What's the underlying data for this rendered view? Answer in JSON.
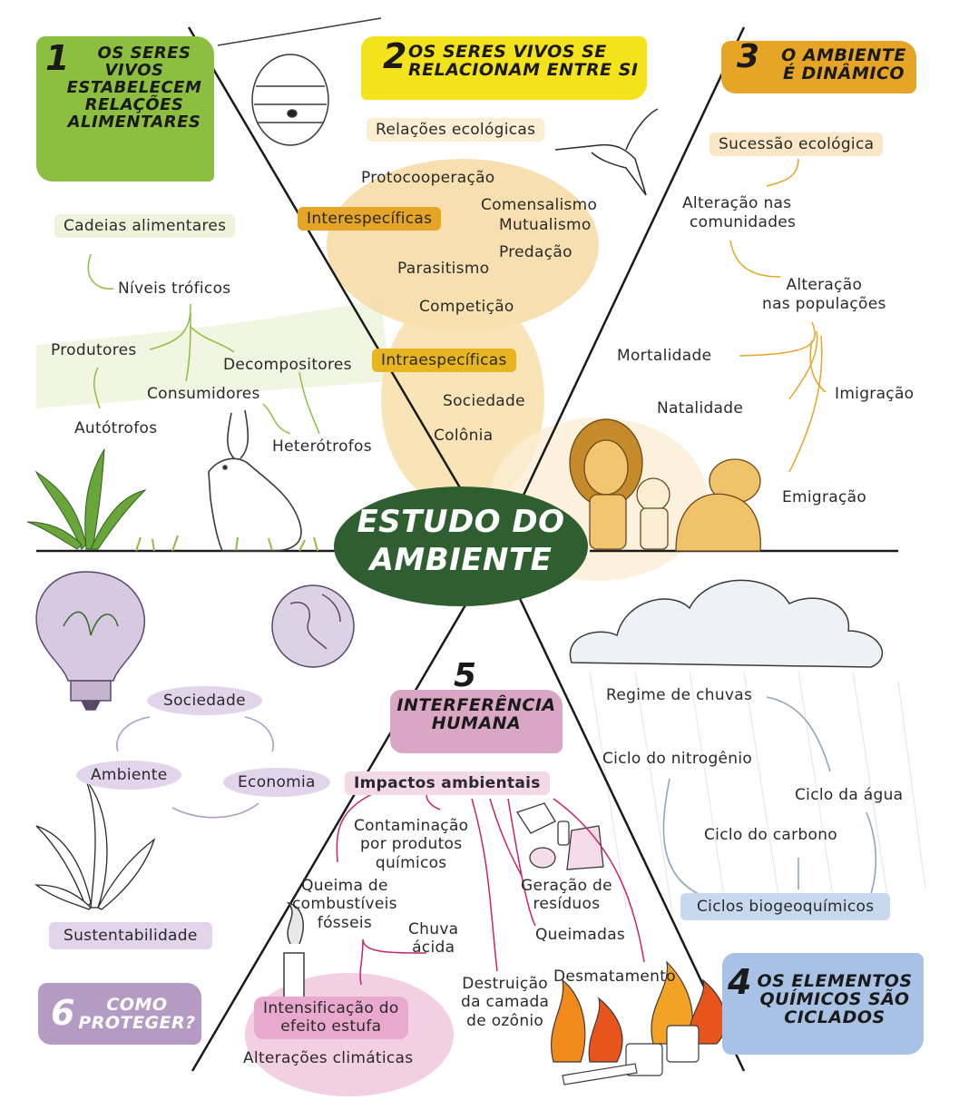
{
  "center": {
    "line1": "ESTUDO DO",
    "line2": "AMBIENTE"
  },
  "section1": {
    "number": "1",
    "title": [
      "OS SERES",
      "VIVOS",
      "ESTABELECEM",
      "RELAÇÕES",
      "ALIMENTARES"
    ],
    "nodes": {
      "cadeias": "Cadeias alimentares",
      "niveis": "Níveis tróficos",
      "produtores": "Produtores",
      "consumidores": "Consumidores",
      "decompositores": "Decompositores",
      "autotrofos": "Autótrofos",
      "heterotrofos": "Heterótrofos"
    }
  },
  "section2": {
    "number": "2",
    "title": [
      "OS SERES VIVOS SE",
      "RELACIONAM ENTRE SI"
    ],
    "nodes": {
      "relacoes": "Relações ecológicas",
      "interespecificas": "Interespecíficas",
      "protocooperacao": "Protocooperação",
      "comensalismo": "Comensalismo",
      "mutualismo": "Mutualismo",
      "predacao": "Predação",
      "parasitismo": "Parasitismo",
      "competicao": "Competição",
      "intraespecificas": "Intraespecíficas",
      "sociedade": "Sociedade",
      "colonia": "Colônia"
    }
  },
  "section3": {
    "number": "3",
    "title": [
      "O AMBIENTE",
      "É DINÂMICO"
    ],
    "nodes": {
      "sucessao": "Sucessão ecológica",
      "alteracao_com_1": "Alteração nas",
      "alteracao_com_2": "comunidades",
      "alteracao_pop_1": "Alteração",
      "alteracao_pop_2": "nas populações",
      "mortalidade": "Mortalidade",
      "natalidade": "Natalidade",
      "imigracao": "Imigração",
      "emigracao": "Emigração"
    }
  },
  "section4": {
    "number": "4",
    "title": [
      "OS ELEMENTOS",
      "QUÍMICOS SÃO",
      "CICLADOS"
    ],
    "nodes": {
      "regime": "Regime de chuvas",
      "nitrogenio": "Ciclo do nitrogênio",
      "agua": "Ciclo da água",
      "carbono": "Ciclo do carbono",
      "ciclos": "Ciclos biogeoquímicos"
    }
  },
  "section5": {
    "number": "5",
    "title": [
      "INTERFERÊNCIA",
      "HUMANA"
    ],
    "nodes": {
      "impactos": "Impactos ambientais",
      "contaminacao": [
        "Contaminação",
        "por produtos",
        "químicos"
      ],
      "queima": [
        "Queima de",
        "combustíveis",
        "fósseis"
      ],
      "geracao": [
        "Geração de",
        "resíduos"
      ],
      "queimadas": "Queimadas",
      "chuva": [
        "Chuva",
        "ácida"
      ],
      "destruicao": [
        "Destruição",
        "da camada",
        "de ozônio"
      ],
      "desmatamento": "Desmatamento",
      "intensificacao": [
        "Intensificação do",
        "efeito estufa"
      ],
      "alteracoes": "Alterações climáticas"
    }
  },
  "section6": {
    "number": "6",
    "title": [
      "COMO",
      "PROTEGER?"
    ],
    "nodes": {
      "sociedade": "Sociedade",
      "ambiente": "Ambiente",
      "economia": "Economia",
      "sustentabilidade": "Sustentabilidade"
    }
  },
  "colors": {
    "green": "#8cbf3f",
    "yellow": "#f4e21b",
    "orange": "#e6a526",
    "blue": "#a8c2e6",
    "pink": "#d9a6c4",
    "purple": "#b49bc3",
    "darkgreen": "#2f5f31"
  }
}
